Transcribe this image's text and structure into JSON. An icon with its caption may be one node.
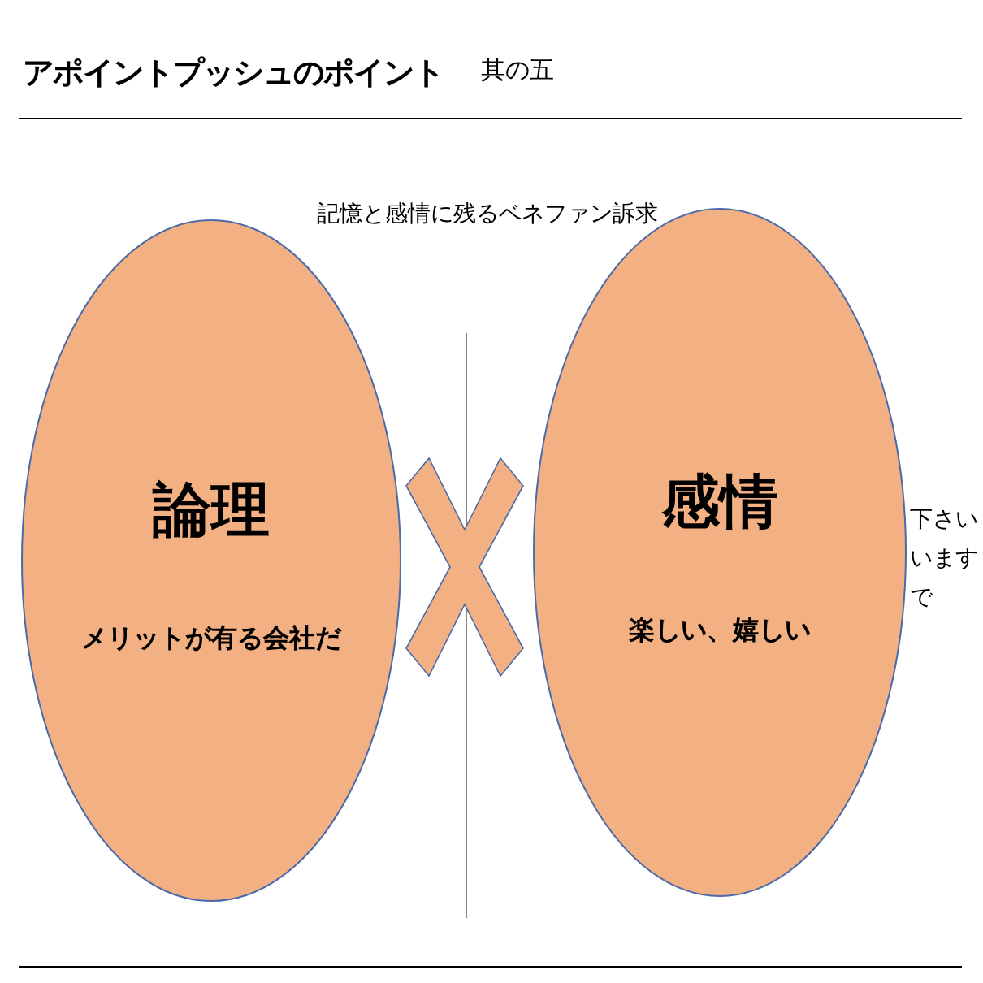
{
  "diagram": {
    "title": "アポイントプッシュのポイント",
    "nodes": [
      {
        "text": [
          "論理",
          "メリットが有る会社だ"
        ]
      },
      {
        "text": [
          "感情",
          "楽しい、嬉しい"
        ]
      },
      {
        "text": [],
        "shape": "cross"
      }
    ],
    "edges": [],
    "labels": [
      "其の五",
      "記憶と感情に残るベネファン訴求",
      "下さい",
      "います",
      "で"
    ]
  }
}
